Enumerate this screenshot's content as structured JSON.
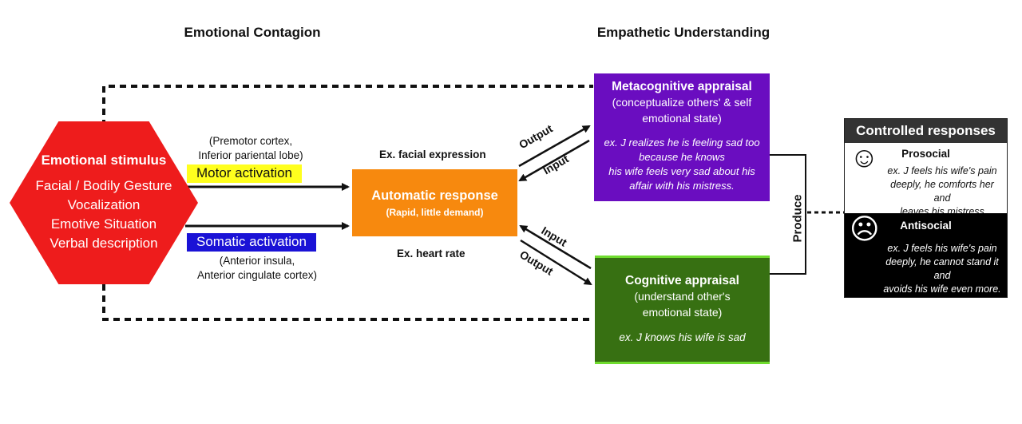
{
  "headings": {
    "left": "Emotional Contagion",
    "right": "Empathetic Understanding"
  },
  "stimulus": {
    "title": "Emotional stimulus",
    "lines": [
      "Facial / Bodily Gesture",
      "Vocalization",
      "Emotive Situation",
      "Verbal description"
    ]
  },
  "motor": {
    "regions": [
      "(Premotor cortex,",
      "Inferior pariental lobe)"
    ],
    "label": "Motor activation",
    "color": "#ffff1e"
  },
  "somatic": {
    "label": "Somatic activation",
    "regions": [
      "(Anterior insula,",
      "Anterior cingulate cortex)"
    ],
    "color": "#1a12d6"
  },
  "examples": {
    "facial": "Ex. facial expression",
    "heart": "Ex. heart rate"
  },
  "automatic": {
    "title": "Automatic response",
    "subtitle": "(Rapid, little demand)",
    "color": "#f7890e"
  },
  "metacognitive": {
    "title": "Metacognitive appraisal",
    "desc": [
      "(conceptualize others' & self",
      "emotional state)"
    ],
    "example": [
      "ex. J realizes he is feeling sad  too",
      "because he knows",
      "his wife feels very sad about his",
      "affair  with his mistress."
    ],
    "color": "#6a0dc0"
  },
  "cognitive": {
    "title": "Cognitive appraisal",
    "desc": [
      "(understand other's",
      "emotional state)"
    ],
    "example": "ex. J knows his wife is sad",
    "color": "#377012"
  },
  "arrows": {
    "output_top": "Output",
    "input_top": "Input",
    "input_bottom": "Input",
    "output_bottom": "Output"
  },
  "produce": "Produce",
  "controlled": {
    "title": "Controlled responses",
    "prosocial": {
      "title": "Prosocial",
      "icon": "smiley-face-icon",
      "example": [
        "ex. J feels his wife's pain",
        "deeply, he comforts her and",
        "leaves his mistress"
      ]
    },
    "antisocial": {
      "title": "Antisocial",
      "icon": "frowning-face-icon",
      "example": [
        "ex. J feels his wife's pain",
        "deeply, he cannot stand it and",
        "avoids his wife even more."
      ]
    }
  }
}
